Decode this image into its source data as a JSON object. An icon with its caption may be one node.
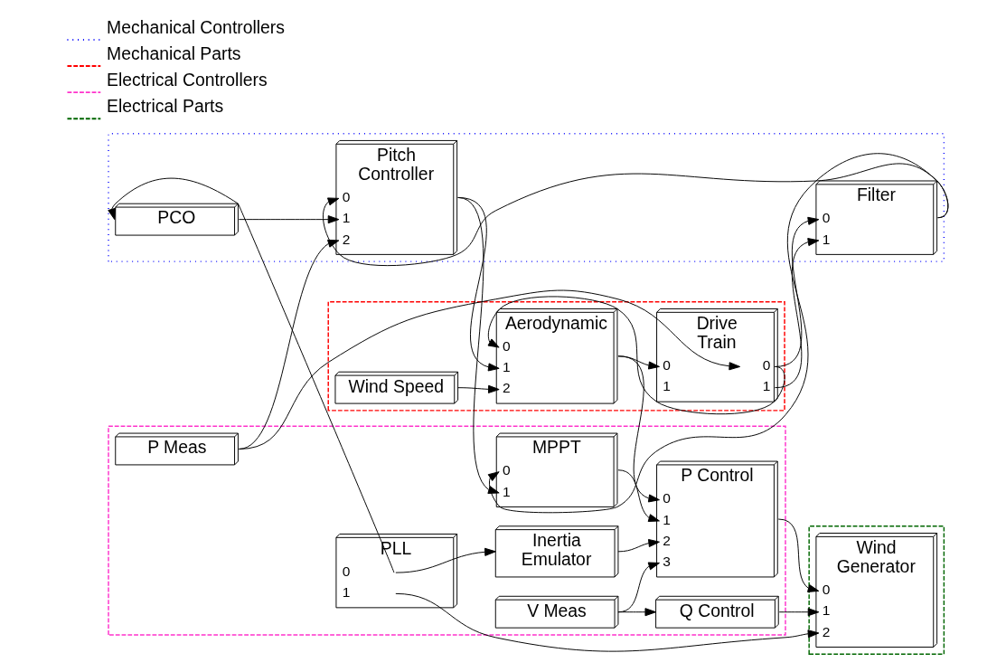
{
  "diagram": {
    "nodes": [
      {
        "text": [],
        "shape": "box"
      },
      {
        "text": [
          "Pitch Controller",
          "0",
          "1",
          "2"
        ],
        "in": 0
      },
      {
        "text": [],
        "shape": "box"
      },
      {
        "text": [
          "Aerodynamic",
          "0",
          "1",
          "2"
        ],
        "in": 2
      },
      {
        "text": [
          "Drive Train",
          "0",
          "0",
          "1",
          "1"
        ],
        "in": 2
      },
      {
        "text": [
          "Filter",
          "0",
          "1"
        ],
        "in": 0
      },
      {
        "text": [
          "Wind Speed"
        ],
        "in": 2
      },
      {
        "text": [],
        "shape": "box"
      },
      {
        "text": [
          "P Meas"
        ],
        "in": 7
      },
      {
        "text": [
          "MPPT",
          "0",
          "1"
        ],
        "in": 7
      },
      {
        "text": [
          "P Control",
          "0",
          "1",
          "2",
          "3"
        ],
        "in": 7
      },
      {
        "text": [],
        "shape": "box"
      },
      {
        "text": [
          "Wind Generator",
          "0",
          "1",
          "2"
        ],
        "in": 11
      },
      {
        "text": [
          "PCO"
        ],
        "in": 0
      },
      {
        "text": [
          "Inertia Emulator"
        ],
        "in": 7
      },
      {
        "text": [
          "V Meas"
        ],
        "in": 7
      },
      {
        "text": [
          "PLL",
          "0",
          "1"
        ],
        "in": 7
      },
      {
        "text": [
          "Q Control"
        ],
        "in": 7
      }
    ],
    "edges": [
      {
        "from": 5,
        "to": 1,
        "arrow": "to"
      },
      {
        "from": 5,
        "to": 9,
        "arrow": "to"
      },
      {
        "from": 1,
        "to": 3,
        "arrow": "to"
      },
      {
        "from": 1,
        "to": 9,
        "arrow": "to"
      },
      {
        "from": 4,
        "to": 5,
        "arrow": "to"
      },
      {
        "from": 4,
        "to": 3,
        "arrow": "to"
      },
      {
        "from": 4,
        "to": 5,
        "arrow": "to"
      },
      {
        "from": 6,
        "to": 3,
        "arrow": "to"
      },
      {
        "from": 3,
        "to": 4,
        "arrow": "to"
      },
      {
        "from": 3,
        "to": 10,
        "arrow": "to"
      },
      {
        "from": 8,
        "to": 4,
        "arrow": "to"
      },
      {
        "from": 8,
        "to": 1,
        "arrow": "to"
      },
      {
        "from": 13,
        "to": 1,
        "arrow": "to"
      },
      {
        "from": 16,
        "to": 13,
        "arrow": "to"
      },
      {
        "from": 16,
        "to": 14,
        "arrow": "to"
      },
      {
        "from": 9,
        "to": 10,
        "arrow": "to"
      },
      {
        "from": 14,
        "to": 10,
        "arrow": "to"
      },
      {
        "from": 15,
        "to": 10,
        "arrow": "to"
      },
      {
        "from": 15,
        "to": 17,
        "arrow": "to"
      },
      {
        "from": 10,
        "to": 12,
        "arrow": "to"
      },
      {
        "from": 17,
        "to": 12,
        "arrow": "to"
      },
      {
        "from": 16,
        "to": 12,
        "arrow": "to"
      }
    ],
    "legend": [
      {
        "text": "Mechanical Controllers"
      },
      {
        "text": "Mechanical Parts"
      },
      {
        "text": "Electrical Controllers"
      },
      {
        "text": "Electrical Parts"
      }
    ]
  }
}
